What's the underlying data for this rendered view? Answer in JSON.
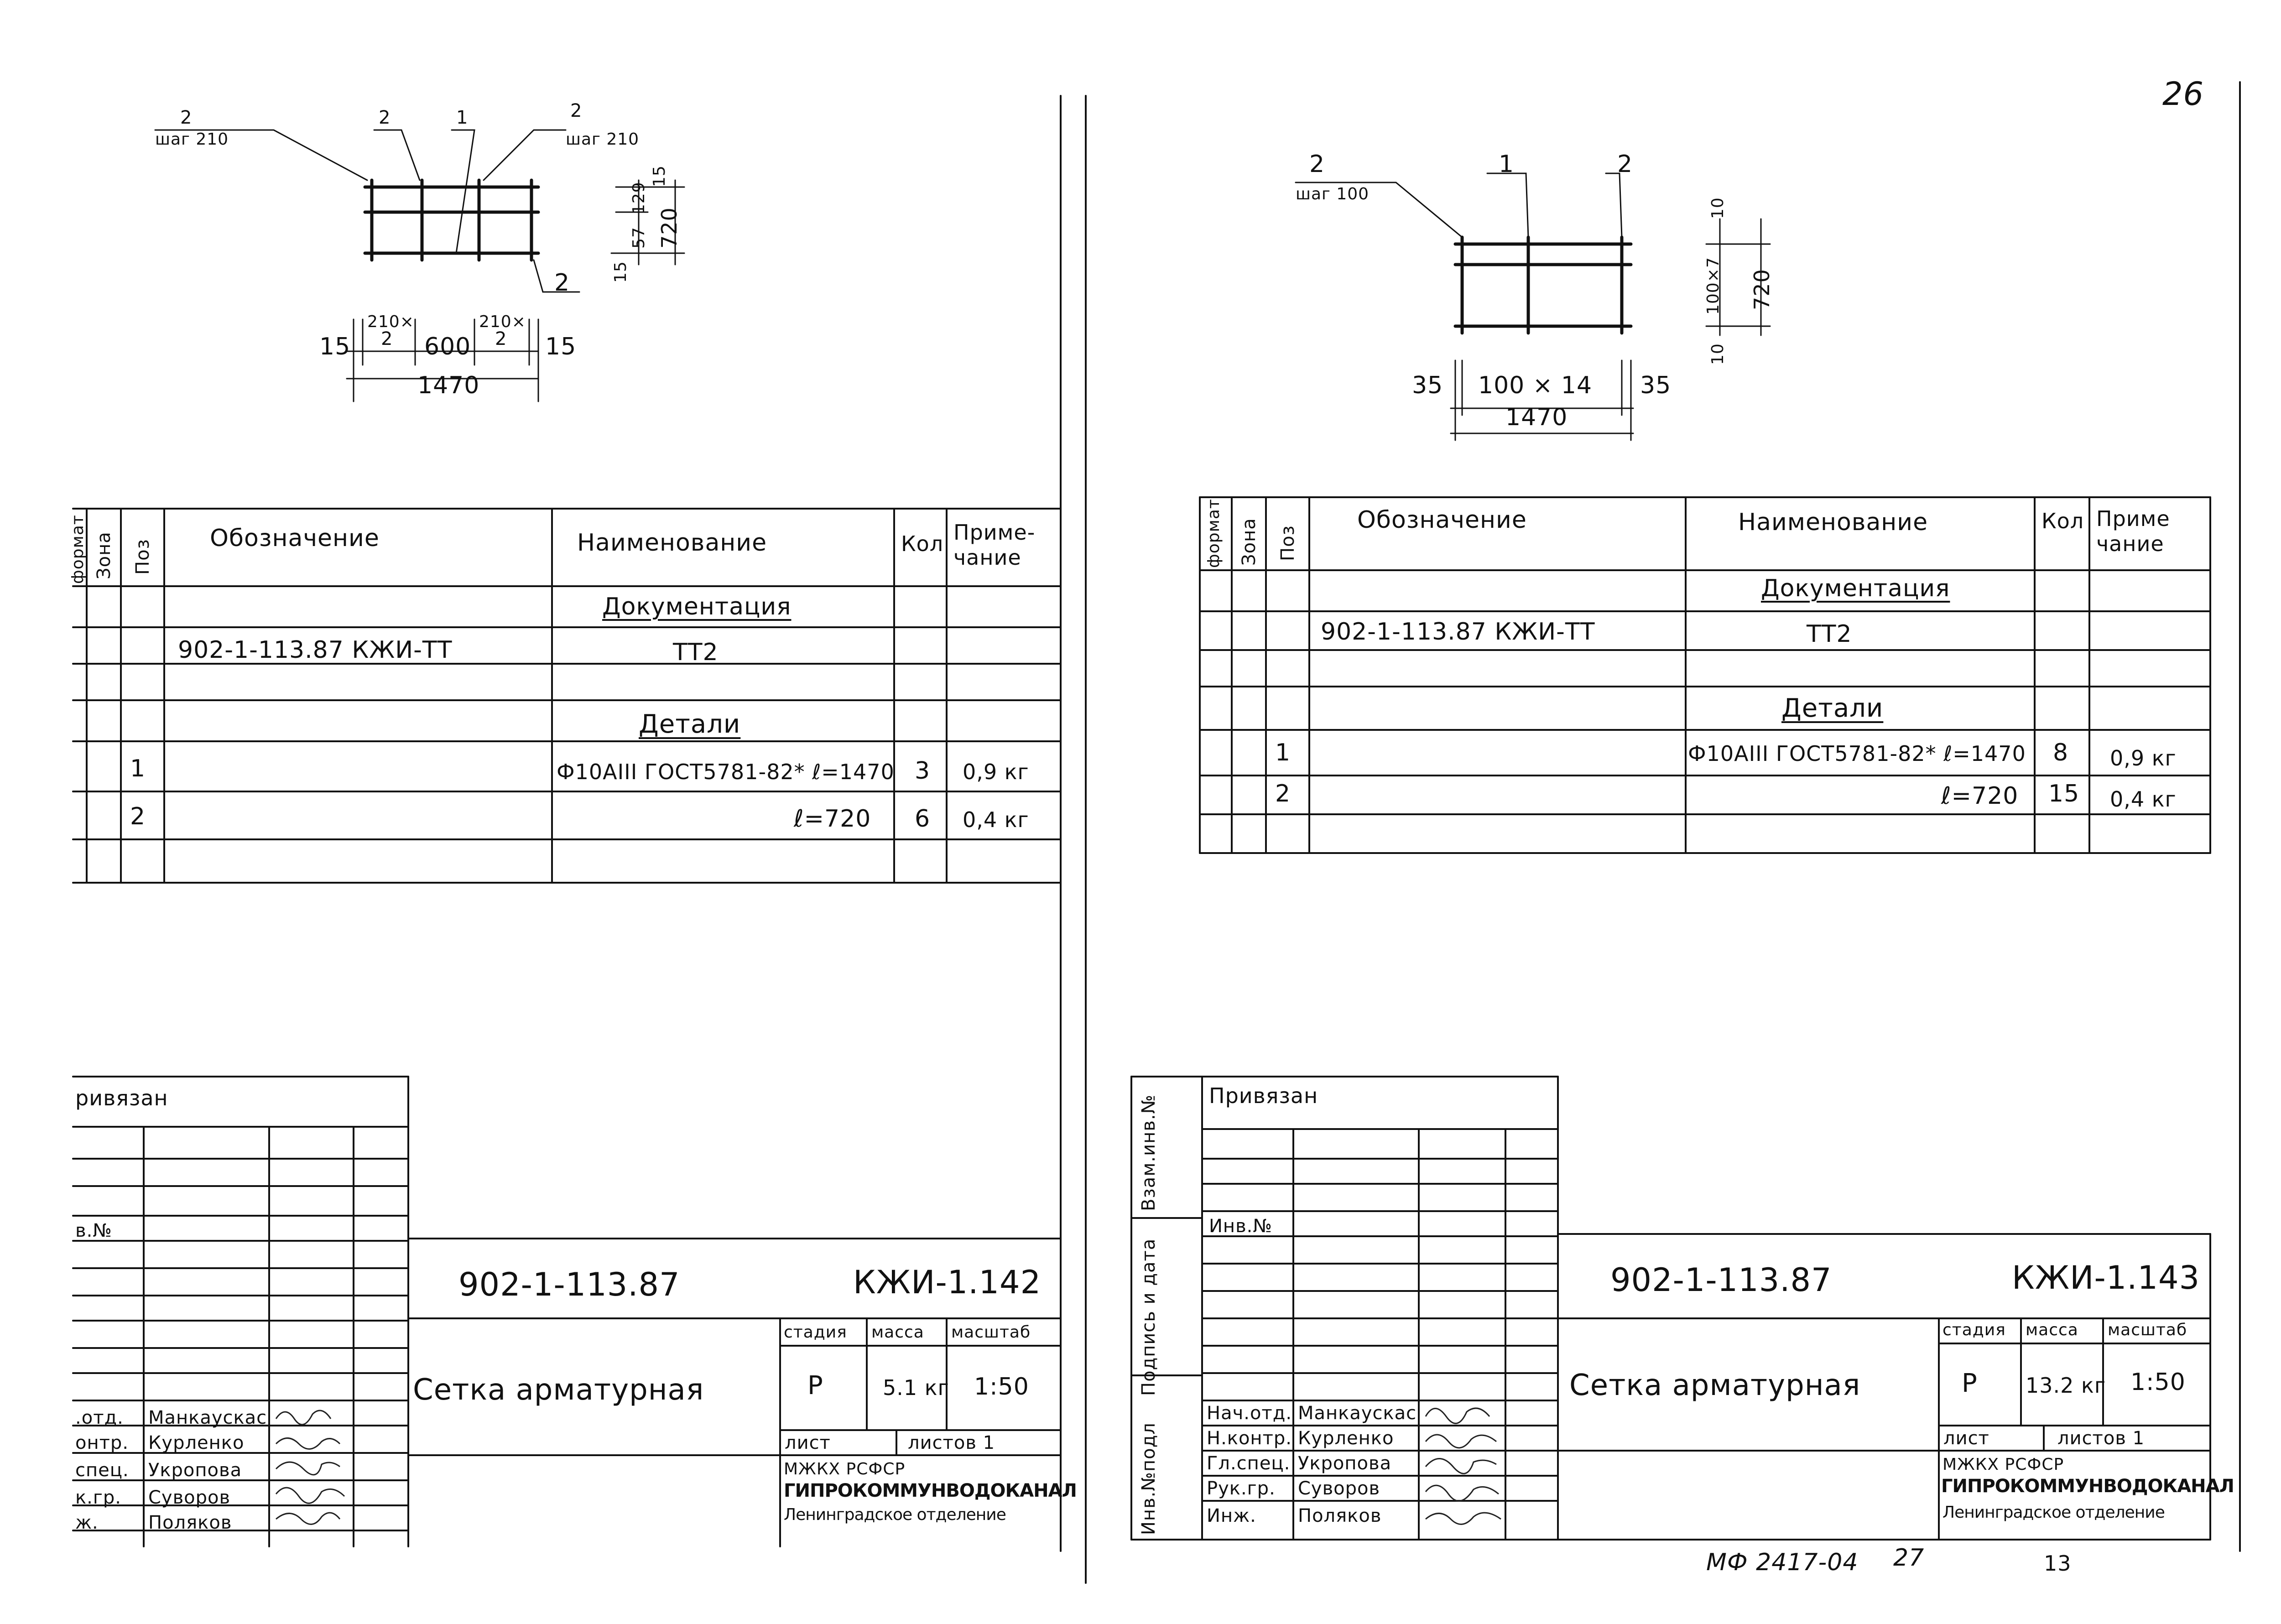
{
  "page_number": "26",
  "footer": {
    "code": "МФ 2417-04",
    "num1": "27",
    "num2": "13"
  },
  "sheets": [
    {
      "drawing": {
        "labels": [
          "2",
          "шаг 210",
          "2",
          "1",
          "2",
          "шаг 210",
          "2"
        ],
        "dims_v": [
          "129",
          "15",
          "57",
          "15",
          "720"
        ],
        "dims_h": [
          "15",
          "210×",
          "2",
          "600",
          "210×",
          "2",
          "15",
          "1470"
        ]
      },
      "spec": {
        "headers": {
          "format": "формат",
          "zone": "Зона",
          "pos": "Поз",
          "designation": "Обозначение",
          "name": "Наименование",
          "qty": "Кол",
          "note": "Приме-чание"
        },
        "section_doc": "Документация",
        "doc_designation": "902-1-113.87  КЖИ-ТТ",
        "doc_name": "ТТ2",
        "section_parts": "Детали",
        "rows": [
          {
            "pos": "1",
            "name": "Ф10АIII ГОСТ5781-82* ℓ=1470",
            "qty": "3",
            "note": "0,9 кг"
          },
          {
            "pos": "2",
            "name": "ℓ=720",
            "qty": "6",
            "note": "0,4 кг"
          }
        ]
      },
      "stamp": {
        "privyazan": "ривязан",
        "inv": "в.№",
        "doc_code": "902-1-113.87",
        "sheet_code": "КЖИ-1.142",
        "title": "Сетка арматурная",
        "stage_label": "стадия",
        "mass_label": "масса",
        "scale_label": "масштаб",
        "stage": "Р",
        "mass": "5.1 кг",
        "scale": "1:50",
        "list_label": "лист",
        "lists_label": "листов 1",
        "org1": "МЖКХ          РСФСР",
        "org2": "ГИПРОКОММУНВОДОКАНАЛ",
        "org3": "Ленинградское отделение",
        "people": [
          {
            "role": ".отд.",
            "name": "Манкаускас"
          },
          {
            "role": "онтр.",
            "name": "Курленко"
          },
          {
            "role": "спец.",
            "name": "Укропова"
          },
          {
            "role": "к.гр.",
            "name": "Суворов"
          },
          {
            "role": "ж.",
            "name": "Поляков"
          }
        ]
      }
    },
    {
      "drawing": {
        "labels": [
          "2",
          "шаг 100",
          "1",
          "2"
        ],
        "dims_v": [
          "10",
          "100×7",
          "10",
          "720"
        ],
        "dims_h": [
          "35",
          "100 × 14",
          "35",
          "1470"
        ]
      },
      "spec": {
        "headers": {
          "format": "формат",
          "zone": "Зона",
          "pos": "Поз",
          "designation": "Обозначение",
          "name": "Наименование",
          "qty": "Кол",
          "note": "Приме чание"
        },
        "section_doc": "Документация",
        "doc_designation": "902-1-113.87   КЖИ-ТТ",
        "doc_name": "ТТ2",
        "section_parts": "Детали",
        "rows": [
          {
            "pos": "1",
            "name": "Ф10АIII ГОСТ5781-82* ℓ=1470",
            "qty": "8",
            "note": "0,9 кг"
          },
          {
            "pos": "2",
            "name": "ℓ=720",
            "qty": "15",
            "note": "0,4 кг"
          }
        ]
      },
      "stamp": {
        "privyazan": "Привязан",
        "inv": "Инв.№",
        "doc_code": "902-1-113.87",
        "sheet_code": "КЖИ-1.143",
        "title": "Сетка арматурная",
        "stage_label": "стадия",
        "mass_label": "масса",
        "scale_label": "масштаб",
        "stage": "Р",
        "mass": "13.2 кг",
        "scale": "1:50",
        "list_label": "лист",
        "lists_label": "листов 1",
        "org1": "МЖКХ          РСФСР",
        "org2": "ГИПРОКОММУНВОДОКАНАЛ",
        "org3": "Ленинградское отделение",
        "people": [
          {
            "role": "Нач.отд.",
            "name": "Манкаускас"
          },
          {
            "role": "Н.контр.",
            "name": "Курленко"
          },
          {
            "role": "Гл.спец.",
            "name": "Укропова"
          },
          {
            "role": "Рук.гр.",
            "name": "Суворов"
          },
          {
            "role": "Инж.",
            "name": "Поляков"
          }
        ],
        "side_labels": [
          "Инв.№подл",
          "Подпись и дата",
          "Взам.инв.№"
        ]
      }
    }
  ]
}
